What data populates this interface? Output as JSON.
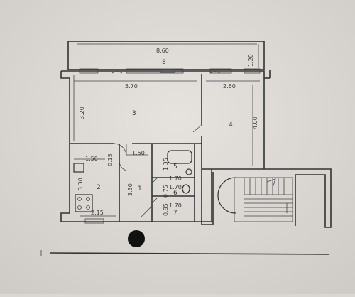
{
  "plan": {
    "rooms": {
      "r1": "1",
      "r2": "2",
      "r3": "3",
      "r4": "4",
      "r5": "5",
      "r6": "6",
      "r7": "7",
      "r8": "8"
    },
    "dimensions": {
      "balcony_length": "8.60",
      "balcony_depth": "1.20",
      "room3_width": "5.70",
      "room3_depth": "3.20",
      "room4_width": "2.60",
      "room4_depth": "4.00",
      "kitchen_width": "1.50",
      "kitchen_side": "0.15",
      "kitchen_depth": "3.30",
      "kitchen_bottom": "2.15",
      "hall_width": "1.50",
      "hall_depth": "3.30",
      "bath_depth": "1.35",
      "bath_width": "1.70",
      "wc_width": "1.70",
      "wc_depth": "0.75",
      "closet_width": "1.70",
      "closet_depth": "0.85"
    }
  }
}
